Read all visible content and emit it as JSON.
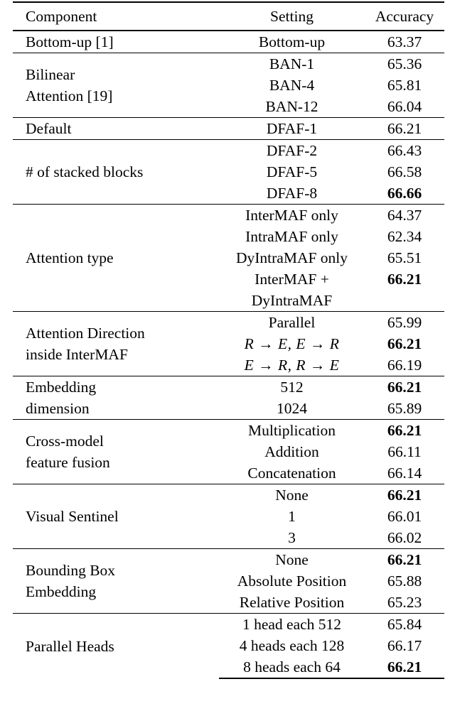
{
  "table": {
    "columns": [
      "Component",
      "Setting",
      "Accuracy"
    ],
    "groups": [
      {
        "component": [
          "Bottom-up [1]"
        ],
        "rows": [
          {
            "setting": "Bottom-up",
            "setting_bold": false,
            "accuracy": "63.37",
            "accuracy_bold": false
          }
        ]
      },
      {
        "component": [
          "Bilinear",
          "Attention [19]"
        ],
        "rows": [
          {
            "setting": "BAN-1",
            "setting_bold": false,
            "accuracy": "65.36",
            "accuracy_bold": false
          },
          {
            "setting": "BAN-4",
            "setting_bold": false,
            "accuracy": "65.81",
            "accuracy_bold": false
          },
          {
            "setting": "BAN-12",
            "setting_bold": false,
            "accuracy": "66.04",
            "accuracy_bold": false
          }
        ]
      },
      {
        "component": [
          "Default"
        ],
        "rows": [
          {
            "setting": "DFAF-1",
            "setting_bold": false,
            "accuracy": "66.21",
            "accuracy_bold": false
          }
        ]
      },
      {
        "component": [
          "# of stacked blocks"
        ],
        "rows": [
          {
            "setting": "DFAF-2",
            "setting_bold": false,
            "accuracy": "66.43",
            "accuracy_bold": false
          },
          {
            "setting": "DFAF-5",
            "setting_bold": false,
            "accuracy": "66.58",
            "accuracy_bold": false
          },
          {
            "setting": "DFAF-8",
            "setting_bold": false,
            "accuracy": "66.66",
            "accuracy_bold": true
          }
        ]
      },
      {
        "component": [
          "Attention type"
        ],
        "rows": [
          {
            "setting": "InterMAF only",
            "setting_bold": false,
            "accuracy": "64.37",
            "accuracy_bold": false
          },
          {
            "setting": "IntraMAF only",
            "setting_bold": false,
            "accuracy": "62.34",
            "accuracy_bold": false
          },
          {
            "setting": "DyIntraMAF only",
            "setting_bold": false,
            "accuracy": "65.51",
            "accuracy_bold": false
          },
          {
            "setting": "InterMAF +",
            "setting_line2": "DyIntraMAF",
            "setting_bold": false,
            "accuracy": "66.21",
            "accuracy_bold": true
          }
        ]
      },
      {
        "component": [
          "Attention Direction",
          "inside InterMAF"
        ],
        "rows": [
          {
            "setting": "Parallel",
            "setting_bold": false,
            "accuracy": "65.99",
            "accuracy_bold": false
          },
          {
            "setting": "R → E, E → R",
            "math": true,
            "setting_bold": false,
            "accuracy": "66.21",
            "accuracy_bold": true
          },
          {
            "setting": "E → R, R → E",
            "math": true,
            "setting_bold": false,
            "accuracy": "66.19",
            "accuracy_bold": false
          }
        ]
      },
      {
        "component": [
          "Embedding",
          "dimension"
        ],
        "rows": [
          {
            "setting": "512",
            "setting_bold": false,
            "accuracy": "66.21",
            "accuracy_bold": true
          },
          {
            "setting": "1024",
            "setting_bold": false,
            "accuracy": "65.89",
            "accuracy_bold": false
          }
        ]
      },
      {
        "component": [
          "Cross-model",
          "feature fusion"
        ],
        "rows": [
          {
            "setting": "Multiplication",
            "setting_bold": false,
            "accuracy": "66.21",
            "accuracy_bold": true
          },
          {
            "setting": "Addition",
            "setting_bold": false,
            "accuracy": "66.11",
            "accuracy_bold": false
          },
          {
            "setting": "Concatenation",
            "setting_bold": false,
            "accuracy": "66.14",
            "accuracy_bold": false
          }
        ]
      },
      {
        "component": [
          "Visual Sentinel"
        ],
        "rows": [
          {
            "setting": "None",
            "setting_bold": false,
            "accuracy": "66.21",
            "accuracy_bold": true
          },
          {
            "setting": "1",
            "setting_bold": false,
            "accuracy": "66.01",
            "accuracy_bold": false
          },
          {
            "setting": "3",
            "setting_bold": false,
            "accuracy": "66.02",
            "accuracy_bold": false
          }
        ]
      },
      {
        "component": [
          "Bounding Box",
          "Embedding"
        ],
        "rows": [
          {
            "setting": "None",
            "setting_bold": false,
            "accuracy": "66.21",
            "accuracy_bold": true
          },
          {
            "setting": "Absolute Position",
            "setting_bold": false,
            "accuracy": "65.88",
            "accuracy_bold": false
          },
          {
            "setting": "Relative Position",
            "setting_bold": false,
            "accuracy": "65.23",
            "accuracy_bold": false
          }
        ]
      },
      {
        "component": [
          "Parallel Heads"
        ],
        "rows": [
          {
            "setting": "1 head each 512",
            "setting_bold": false,
            "accuracy": "65.84",
            "accuracy_bold": false
          },
          {
            "setting": "4 heads each 128",
            "setting_bold": false,
            "accuracy": "66.17",
            "accuracy_bold": false
          },
          {
            "setting": "8 heads each 64",
            "setting_bold": false,
            "accuracy": "66.21",
            "accuracy_bold": true
          }
        ]
      }
    ]
  }
}
